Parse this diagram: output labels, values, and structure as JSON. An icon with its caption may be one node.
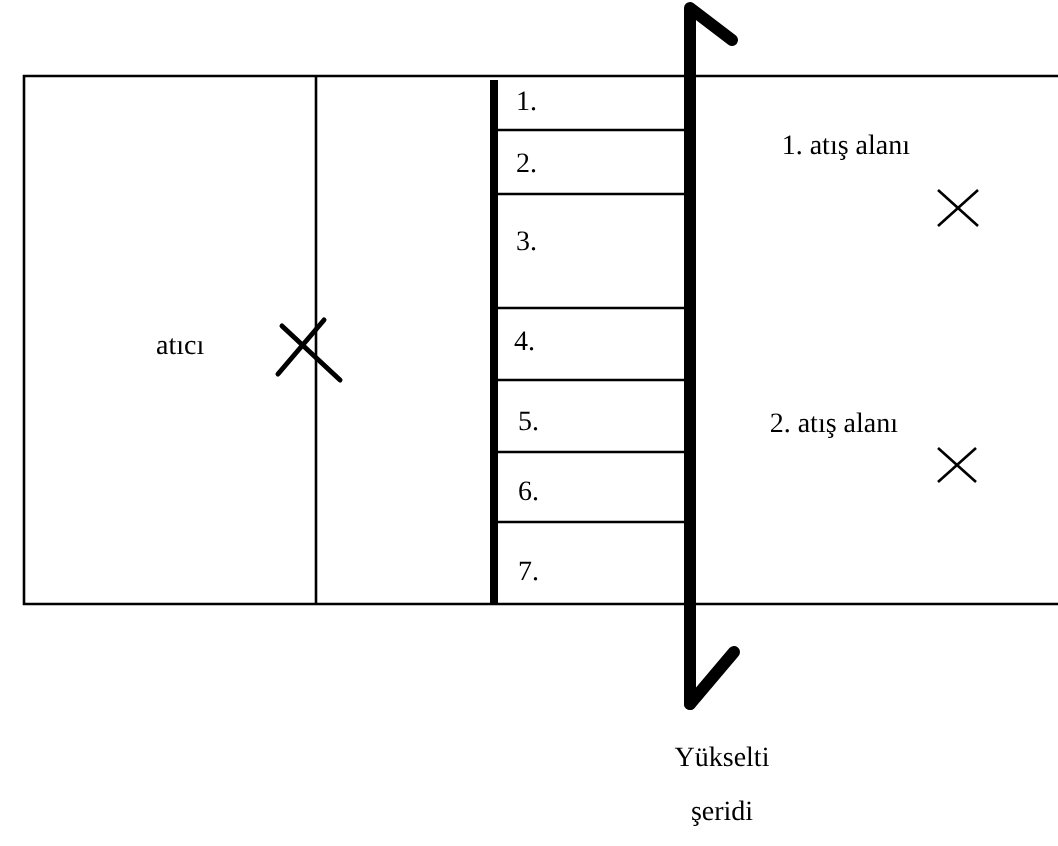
{
  "diagram": {
    "labels": [
      "1.",
      "2.",
      "3.",
      "4.",
      "5.",
      "6.",
      "7.",
      "1. atış alanı",
      "2. atış alanı",
      "atıcı",
      "Yükselti şeridi"
    ]
  }
}
